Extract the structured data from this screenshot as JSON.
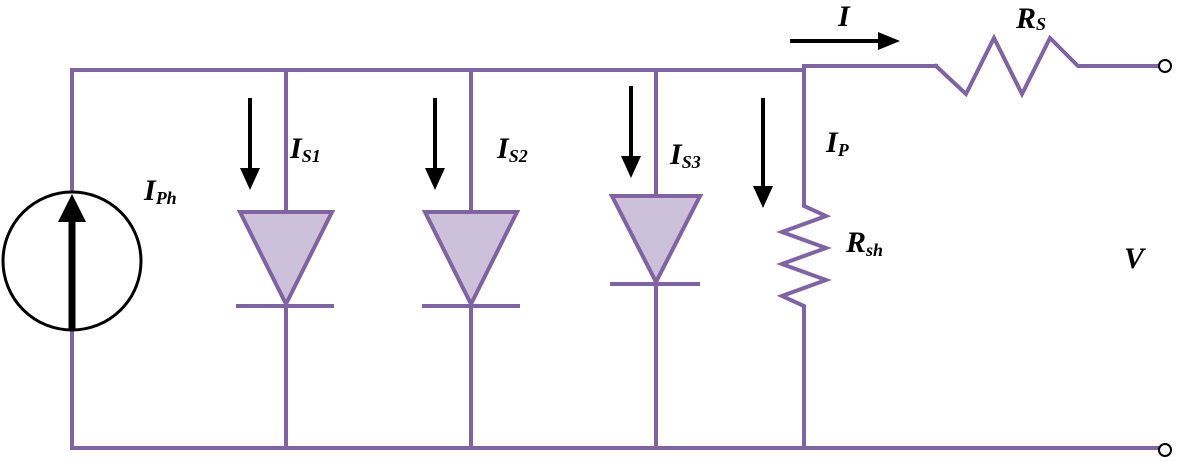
{
  "diagram": {
    "labels": {
      "current_out": {
        "main": "I",
        "sub": ""
      },
      "series_resistor": {
        "main": "R",
        "sub": "S"
      },
      "photo_current": {
        "main": "I",
        "sub": "Ph"
      },
      "diode1_current": {
        "main": "I",
        "sub": "S1"
      },
      "diode2_current": {
        "main": "I",
        "sub": "S2"
      },
      "diode3_current": {
        "main": "I",
        "sub": "S3"
      },
      "shunt_current": {
        "main": "I",
        "sub": "P"
      },
      "shunt_resistor": {
        "main": "R",
        "sub": "sh"
      },
      "voltage": {
        "main": "V",
        "sub": ""
      }
    },
    "colors": {
      "wire": "#8064A2",
      "diode_fill": "#CCC0DA",
      "arrow": "#000000"
    }
  }
}
